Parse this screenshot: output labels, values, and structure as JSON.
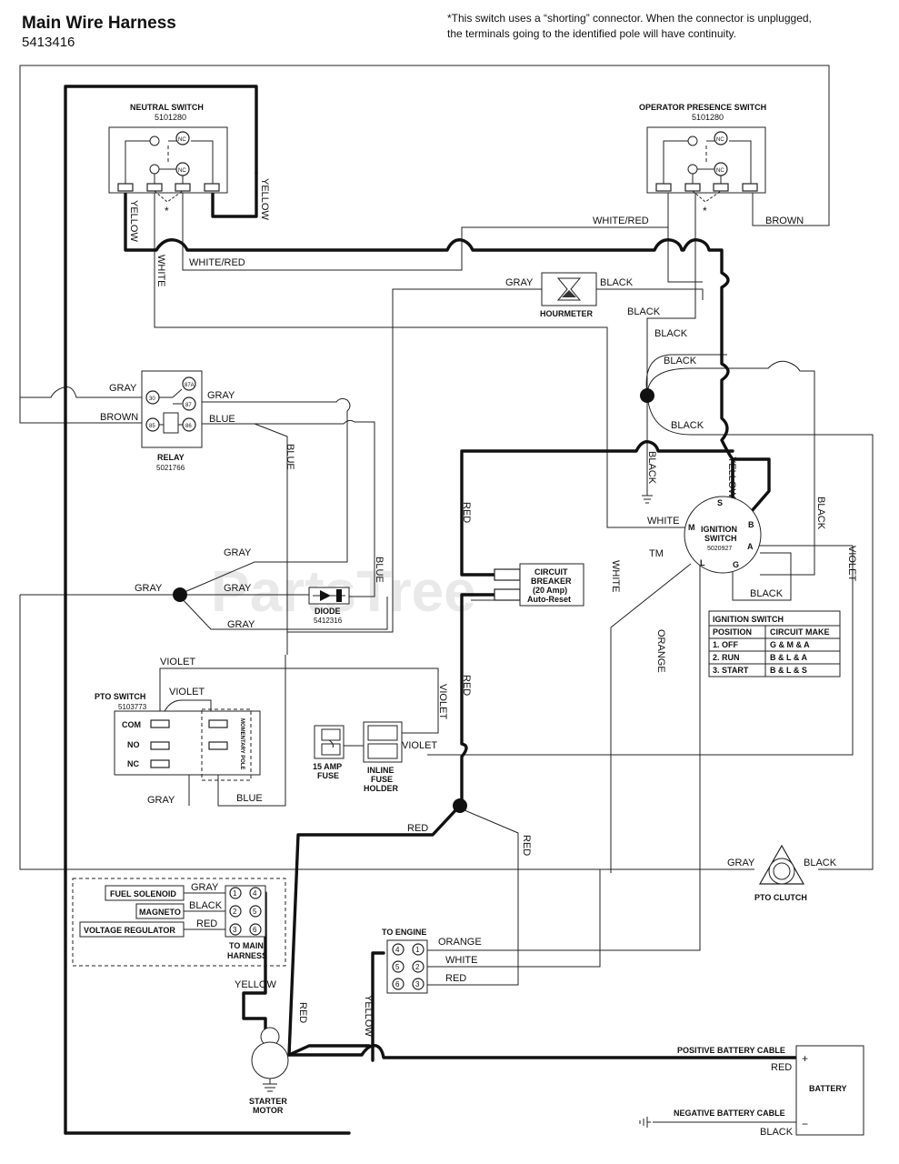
{
  "header": {
    "title": "Main Wire Harness",
    "part_number": "5413416",
    "note_line1": "*This switch uses a “shorting” connector. When the connector is unplugged,",
    "note_line2": "the terminals going to the identified pole will have continuity."
  },
  "watermark": {
    "text": "PartsTree",
    "tm": "TM"
  },
  "components": {
    "neutral_switch": {
      "name": "NEUTRAL SWITCH",
      "part": "5101280",
      "nc1": "NC",
      "nc2": "NC"
    },
    "operator_switch": {
      "name": "OPERATOR PRESENCE SWITCH",
      "part": "5101280",
      "nc1": "NC",
      "nc2": "NC"
    },
    "hourmeter": {
      "name": "HOURMETER"
    },
    "relay": {
      "name": "RELAY",
      "part": "5021766",
      "pins": [
        "30",
        "87A",
        "87",
        "85",
        "86"
      ]
    },
    "ignition_switch": {
      "name": "IGNITION",
      "name2": "SWITCH",
      "part": "5020927",
      "terminals": [
        "S",
        "M",
        "B",
        "A",
        "L",
        "G"
      ]
    },
    "circuit_breaker": {
      "line1": "CIRCUIT",
      "line2": "BREAKER",
      "line3": "(20 Amp)",
      "line4": "Auto-Reset"
    },
    "diode": {
      "name": "DIODE",
      "part": "5412316"
    },
    "pto_switch": {
      "name": "PTO SWITCH",
      "part": "5103773",
      "com": "COM",
      "no": "NO",
      "nc": "NC",
      "pole": "MOMENTARY POLE"
    },
    "fuse": {
      "line1": "15 AMP",
      "line2": "FUSE"
    },
    "fuse_holder": {
      "line1": "INLINE",
      "line2": "FUSE",
      "line3": "HOLDER"
    },
    "pto_clutch": {
      "name": "PTO CLUTCH"
    },
    "main_harness": {
      "fuel": "FUEL SOLENOID",
      "magneto": "MAGNETO",
      "regulator": "VOLTAGE REGULATOR",
      "label1": "TO MAIN",
      "label2": "HARNESS",
      "pins": [
        "1",
        "4",
        "2",
        "5",
        "3",
        "6"
      ]
    },
    "engine": {
      "label": "TO ENGINE",
      "pins": [
        "4",
        "1",
        "5",
        "2",
        "6",
        "3"
      ]
    },
    "starter": {
      "line1": "STARTER",
      "line2": "MOTOR"
    },
    "battery": {
      "name": "BATTERY",
      "plus": "+",
      "minus": "−",
      "pos_cable": "POSITIVE BATTERY CABLE",
      "neg_cable": "NEGATIVE BATTERY CABLE"
    },
    "splices": [
      "1",
      "2",
      "3"
    ],
    "asterisk": "*"
  },
  "ignition_table": {
    "title": "IGNITION SWITCH",
    "headers": [
      "POSITION",
      "CIRCUIT MAKE"
    ],
    "rows": [
      [
        "1. OFF",
        "G & M & A"
      ],
      [
        "2. RUN",
        "B & L & A"
      ],
      [
        "3. START",
        "B & L & S"
      ]
    ]
  },
  "wire_labels": {
    "yellow_ns": "YELLOW",
    "yellow_ns2": "YELLOW",
    "white_ns": "WHITE",
    "white_red_ns": "WHITE/RED",
    "white_red_op": "WHITE/RED",
    "brown_op": "BROWN",
    "gray_hm": "GRAY",
    "black_hm": "BLACK",
    "black_a": "BLACK",
    "black_b": "BLACK",
    "black_c": "BLACK",
    "black_d": "BLACK",
    "black_gnd": "BLACK",
    "yellow_ign": "YELLOW",
    "black_ign": "BLACK",
    "black_g": "BLACK",
    "white_m": "WHITE",
    "white_down": "WHITE",
    "orange": "ORANGE",
    "violet_r": "VIOLET",
    "gray_relay": "GRAY",
    "gray_87": "GRAY",
    "brown_relay": "BROWN",
    "blue_86": "BLUE",
    "blue_v": "BLUE",
    "blue_d": "BLUE",
    "red_cb": "RED",
    "red_cb2": "RED",
    "gray_s3a": "GRAY",
    "gray_s3b": "GRAY",
    "gray_s3c": "GRAY",
    "gray_s3d": "GRAY",
    "violet_pto1": "VIOLET",
    "violet_pto2": "VIOLET",
    "violet_fh": "VIOLET",
    "violet_v": "VIOLET",
    "gray_pto": "GRAY",
    "blue_pto": "BLUE",
    "red_s2": "RED",
    "red_s2b": "RED",
    "gray_pc": "GRAY",
    "black_pc": "BLACK",
    "gray_mh": "GRAY",
    "black_mh": "BLACK",
    "red_mh": "RED",
    "yellow_st": "YELLOW",
    "red_st": "RED",
    "yellow_eng": "YELLOW",
    "orange_eng": "ORANGE",
    "white_eng": "WHITE",
    "red_eng": "RED",
    "red_bat": "RED",
    "black_bat": "BLACK"
  }
}
